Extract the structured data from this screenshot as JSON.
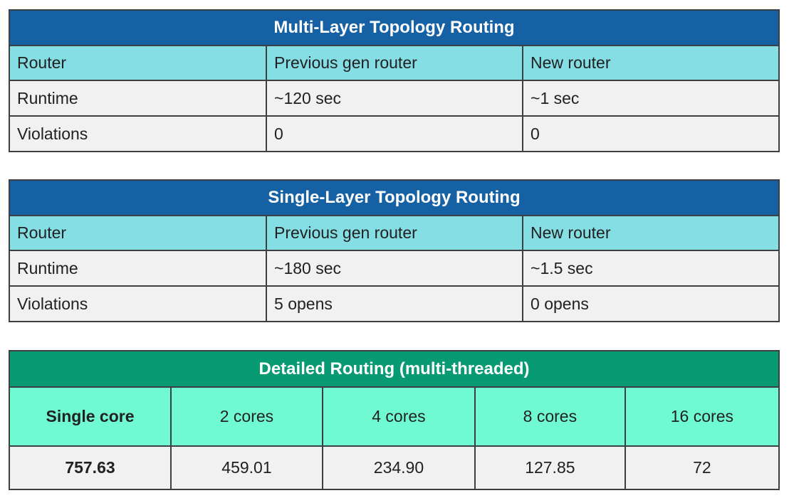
{
  "colors": {
    "blue_header_bg": "#1561a4",
    "cyan_subheader_bg": "#85dee4",
    "green_header_bg": "#089b73",
    "mint_subheader_bg": "#70fad1",
    "row_bg": "#f1f1f1",
    "border": "#3c4043",
    "header_text": "#ffffff",
    "body_text": "#212121"
  },
  "tables": [
    {
      "title": "Multi-Layer Topology Routing",
      "columns": [
        "Router",
        "Previous gen router",
        "New router"
      ],
      "rows": [
        [
          "Runtime",
          "~120 sec",
          "~1 sec"
        ],
        [
          "Violations",
          "0",
          "0"
        ]
      ]
    },
    {
      "title": "Single-Layer Topology Routing",
      "columns": [
        "Router",
        "Previous gen router",
        "New router"
      ],
      "rows": [
        [
          "Runtime",
          "~180 sec",
          "~1.5 sec"
        ],
        [
          "Violations",
          "5 opens",
          "0 opens"
        ]
      ]
    },
    {
      "title": "Detailed Routing (multi-threaded)",
      "columns": [
        "Single core",
        "2 cores",
        "4 cores",
        "8 cores",
        "16 cores"
      ],
      "rows": [
        [
          "757.63",
          "459.01",
          "234.90",
          "127.85",
          "72"
        ]
      ]
    }
  ]
}
